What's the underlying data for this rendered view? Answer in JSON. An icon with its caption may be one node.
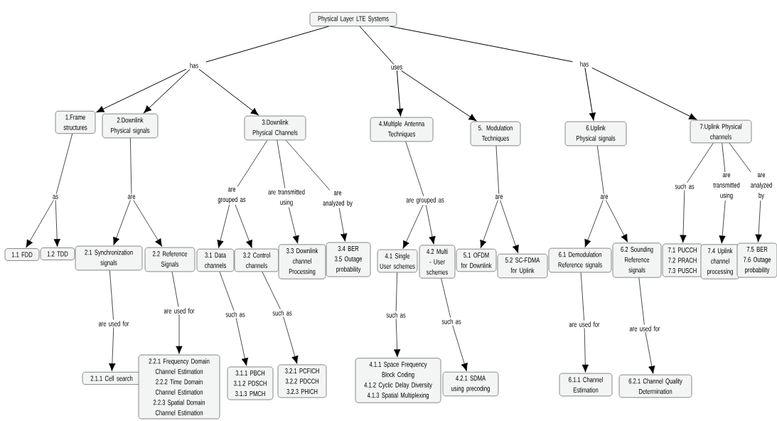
{
  "diagram": {
    "nodes": [
      {
        "text": [
          "Physical Layer LTE Systems"
        ]
      },
      {
        "text": [
          "has"
        ]
      },
      {
        "text": [
          "uses"
        ]
      },
      {
        "text": [
          "has"
        ]
      },
      {
        "text": [
          "1.Frame structures"
        ]
      },
      {
        "text": [
          "2.Downlink Physical signals"
        ]
      },
      {
        "text": [
          "3.Downlink Physical Channels"
        ]
      },
      {
        "text": [
          "4.Multiple Antenna Techniques"
        ]
      },
      {
        "text": [
          "5. Modulation Techniques"
        ]
      },
      {
        "text": [
          "6.Uplink Physical signals"
        ]
      },
      {
        "text": [
          "7.Uplink Physical channels"
        ]
      },
      {
        "text": [
          "as"
        ]
      },
      {
        "text": [
          "are"
        ]
      },
      {
        "text": [
          "are grouped as"
        ]
      },
      {
        "text": [
          "are transmitted using"
        ]
      },
      {
        "text": [
          "are analyzed by"
        ]
      },
      {
        "text": [
          "are grouped as"
        ]
      },
      {
        "text": [
          "are"
        ]
      },
      {
        "text": [
          "are"
        ]
      },
      {
        "text": [
          "such as"
        ]
      },
      {
        "text": [
          "are transmitted using"
        ]
      },
      {
        "text": [
          "are analyzed by"
        ]
      },
      {
        "text": [
          "1.1 FDD"
        ]
      },
      {
        "text": [
          "1.2 TDD"
        ]
      },
      {
        "text": [
          "2.1 Synchronization signals"
        ]
      },
      {
        "text": [
          "2.2 Reference Signals"
        ]
      },
      {
        "text": [
          "3.1 Data channels"
        ]
      },
      {
        "text": [
          "3.2 Control channels"
        ]
      },
      {
        "text": [
          "3.3 Downlink channel Processing"
        ]
      },
      {
        "text": [
          "3.4 BER",
          "3.5 Outage probability"
        ]
      },
      {
        "text": [
          "4.1 Single User schemes"
        ]
      },
      {
        "text": [
          "4.2 Multi - User schemes"
        ]
      },
      {
        "text": [
          "5.1 OFDM for Downlink"
        ]
      },
      {
        "text": [
          "5.2 SC-FDMA for Uplink"
        ]
      },
      {
        "text": [
          "6.1 Demodulation Reference signals"
        ]
      },
      {
        "text": [
          "6.2 Sounding Reference signals"
        ]
      },
      {
        "text": [
          "7.1 PUCCH",
          "7.2 PRACH",
          "7.3 PUSCH"
        ]
      },
      {
        "text": [
          "7.4 Uplink channel processing"
        ]
      },
      {
        "text": [
          "7.5 BER",
          "7.6 Outage probability"
        ]
      },
      {
        "text": [
          "are used for"
        ]
      },
      {
        "text": [
          "are used for"
        ]
      },
      {
        "text": [
          "such as"
        ]
      },
      {
        "text": [
          "such as"
        ]
      },
      {
        "text": [
          "such as"
        ]
      },
      {
        "text": [
          "such as"
        ]
      },
      {
        "text": [
          "are used for"
        ]
      },
      {
        "text": [
          "are used for"
        ]
      },
      {
        "text": [
          "2.1.1 Cell search"
        ]
      },
      {
        "text": [
          "2.2.1 Frequency Domain Channel Estimation",
          "2.2.2 Time Domain Channel Estimation",
          "2.2.3 Spatial Domain Channel Estimation"
        ]
      },
      {
        "text": [
          "3.1.1 PBCH",
          "3.1.2 PDSCH",
          "3.1.3 PMCH"
        ]
      },
      {
        "text": [
          "3.2.1 PCFICH",
          "3.2.2 PDCCH",
          "3.2.3 PHICH"
        ]
      },
      {
        "text": [
          "4.1.1 Space Frequency Block Coding",
          "4.1.2 Cyclic Delay Diversity",
          "4.1.3 Spatial Multiplexing"
        ]
      },
      {
        "text": [
          "4.2.1 SDMA using precoding"
        ]
      },
      {
        "text": [
          "6.1.1 Channel Estimation"
        ]
      },
      {
        "text": [
          "6.2.1 Channel Quality Determination"
        ]
      }
    ],
    "edges": [
      {
        "from": 0,
        "to": 1,
        "arrow": "none"
      },
      {
        "from": 1,
        "to": 4,
        "arrow": "to"
      },
      {
        "from": 1,
        "to": 5,
        "arrow": "to"
      },
      {
        "from": 1,
        "to": 6,
        "arrow": "to"
      },
      {
        "from": 0,
        "to": 2,
        "arrow": "none"
      },
      {
        "from": 2,
        "to": 7,
        "arrow": "to"
      },
      {
        "from": 2,
        "to": 8,
        "arrow": "to"
      },
      {
        "from": 0,
        "to": 3,
        "arrow": "none"
      },
      {
        "from": 3,
        "to": 9,
        "arrow": "to"
      },
      {
        "from": 3,
        "to": 10,
        "arrow": "to"
      },
      {
        "from": 4,
        "to": 11,
        "arrow": "none"
      },
      {
        "from": 11,
        "to": 22,
        "arrow": "to"
      },
      {
        "from": 11,
        "to": 23,
        "arrow": "to"
      },
      {
        "from": 5,
        "to": 12,
        "arrow": "none"
      },
      {
        "from": 12,
        "to": 24,
        "arrow": "to"
      },
      {
        "from": 12,
        "to": 25,
        "arrow": "to"
      },
      {
        "from": 6,
        "to": 13,
        "arrow": "none"
      },
      {
        "from": 6,
        "to": 14,
        "arrow": "none"
      },
      {
        "from": 6,
        "to": 15,
        "arrow": "none"
      },
      {
        "from": 13,
        "to": 26,
        "arrow": "to"
      },
      {
        "from": 13,
        "to": 27,
        "arrow": "to"
      },
      {
        "from": 14,
        "to": 28,
        "arrow": "to"
      },
      {
        "from": 15,
        "to": 29,
        "arrow": "to"
      },
      {
        "from": 7,
        "to": 16,
        "arrow": "none"
      },
      {
        "from": 16,
        "to": 30,
        "arrow": "to"
      },
      {
        "from": 16,
        "to": 31,
        "arrow": "to"
      },
      {
        "from": 8,
        "to": 17,
        "arrow": "none"
      },
      {
        "from": 17,
        "to": 32,
        "arrow": "to"
      },
      {
        "from": 17,
        "to": 33,
        "arrow": "to"
      },
      {
        "from": 9,
        "to": 18,
        "arrow": "none"
      },
      {
        "from": 18,
        "to": 34,
        "arrow": "to"
      },
      {
        "from": 18,
        "to": 35,
        "arrow": "to"
      },
      {
        "from": 10,
        "to": 19,
        "arrow": "none"
      },
      {
        "from": 10,
        "to": 20,
        "arrow": "none"
      },
      {
        "from": 10,
        "to": 21,
        "arrow": "none"
      },
      {
        "from": 19,
        "to": 36,
        "arrow": "to"
      },
      {
        "from": 20,
        "to": 37,
        "arrow": "to"
      },
      {
        "from": 21,
        "to": 38,
        "arrow": "to"
      },
      {
        "from": 24,
        "to": 39,
        "arrow": "none"
      },
      {
        "from": 39,
        "to": 47,
        "arrow": "to"
      },
      {
        "from": 25,
        "to": 40,
        "arrow": "none"
      },
      {
        "from": 40,
        "to": 48,
        "arrow": "to"
      },
      {
        "from": 26,
        "to": 41,
        "arrow": "none"
      },
      {
        "from": 41,
        "to": 49,
        "arrow": "to"
      },
      {
        "from": 27,
        "to": 42,
        "arrow": "none"
      },
      {
        "from": 42,
        "to": 50,
        "arrow": "to"
      },
      {
        "from": 30,
        "to": 43,
        "arrow": "none"
      },
      {
        "from": 43,
        "to": 51,
        "arrow": "to"
      },
      {
        "from": 31,
        "to": 44,
        "arrow": "none"
      },
      {
        "from": 44,
        "to": 52,
        "arrow": "to"
      },
      {
        "from": 34,
        "to": 45,
        "arrow": "none"
      },
      {
        "from": 45,
        "to": 53,
        "arrow": "to"
      },
      {
        "from": 35,
        "to": 46,
        "arrow": "none"
      },
      {
        "from": 46,
        "to": 54,
        "arrow": "to"
      }
    ]
  }
}
